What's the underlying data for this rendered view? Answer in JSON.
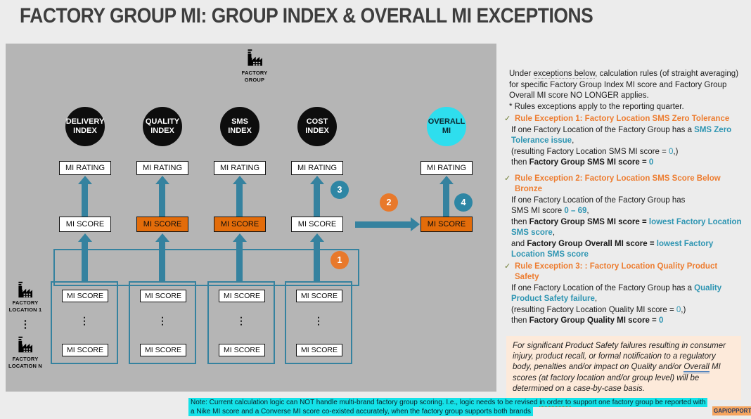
{
  "title": "FACTORY GROUP MI: GROUP INDEX & OVERALL MI EXCEPTIONS",
  "diagram": {
    "factory_group_label": "FACTORY\nGROUP",
    "factory_location_1_label": "FACTORY\nLOCATION 1",
    "factory_location_n_label": "FACTORY\nLOCATION N",
    "vertical_ellipsis": "⋮",
    "columns": [
      {
        "index_label": "DELIVERY\nINDEX",
        "rating_label": "MI RATING",
        "score_label": "MI SCORE",
        "score_highlight": false
      },
      {
        "index_label": "QUALITY\nINDEX",
        "rating_label": "MI RATING",
        "score_label": "MI SCORE",
        "score_highlight": true
      },
      {
        "index_label": "SMS\nINDEX",
        "rating_label": "MI RATING",
        "score_label": "MI SCORE",
        "score_highlight": true
      },
      {
        "index_label": "COST\nINDEX",
        "rating_label": "MI RATING",
        "score_label": "MI SCORE",
        "score_highlight": false
      }
    ],
    "overall": {
      "index_label": "OVERALL\nMI",
      "rating_label": "MI RATING",
      "score_label": "MI SCORE"
    },
    "location_score_label": "MI SCORE",
    "badges": {
      "b1": "1",
      "b2": "2",
      "b3": "3",
      "b4": "4"
    }
  },
  "sidebar": {
    "intro_a": "Under ",
    "intro_b": "exceptions below",
    "intro_c": ", calculation rules (of straight averaging) for specific Factory Group Index MI score and Factory Group Overall MI score NO LONGER applies.",
    "star_note": "* Rules exceptions apply to the reporting quarter.",
    "check_glyph": "✓",
    "ex1": {
      "heading": "Rule Exception 1: Factory Location SMS Zero Tolerance",
      "l1_a": "If one Factory Location of the Factory Group has a ",
      "l1_b": "SMS Zero Tolerance issue",
      "l1_c": ",",
      "l2_a": "(resulting Factory Location SMS MI score = ",
      "l2_b": "0",
      "l2_c": ",)",
      "l3_a": "then ",
      "l3_b": "Factory Group SMS MI score = ",
      "l3_c": "0"
    },
    "ex2": {
      "heading": "Rule Exception 2: Factory Location SMS Score Below Bronze",
      "l1": "If one Factory Location of the Factory Group has",
      "l2_a": "SMS MI score ",
      "l2_b": "0 – 69",
      "l2_c": ",",
      "l3_a": "then ",
      "l3_b": "Factory Group SMS MI score = ",
      "l3_c": "lowest Factory Location SMS score",
      "l3_d": ",",
      "l4_a": "and ",
      "l4_b": "Factory Group Overall MI score = ",
      "l4_c": "lowest Factory Location SMS score"
    },
    "ex3": {
      "heading": "Rule Exception 3: : Factory Location Quality Product Safety",
      "l1_a": "If one Factory Location of the Factory Group has a ",
      "l1_b": "Quality Product Safety failure",
      "l1_c": ",",
      "l2_a": "(resulting Factory Location Quality MI score = ",
      "l2_b": "0",
      "l2_c": ",)",
      "l3_a": "then ",
      "l3_b": "Factory Group Quality MI score = ",
      "l3_c": "0"
    },
    "case_note_a": "For significant Product Safety failures resulting in consumer injury, product recall, or formal notification to a regulatory body, penalties and/or impact on Quality and/or ",
    "case_note_b": "Overall",
    "case_note_c": " MI scores (at factory location and/or group level) will be determined on a case-by-case basis."
  },
  "footer": {
    "note_a": "Note: Current calculation logic can NOT handle multi-brand factory group scoring. I.e., logic needs to be revised ",
    "note_b": "in order to",
    "note_c": " support one factory group be reported with",
    "note_line2": "a Nike MI score and a Converse MI score co-existed accurately, when the factory group supports both brands",
    "gap_label": "GAP/OPPORTUNIT"
  },
  "colors": {
    "teal_accent": "#35829f",
    "teal_text": "#2e95b2",
    "orange_heading": "#ed7d31",
    "orange_fill": "#e36c0a",
    "orange_badge": "#e8792b",
    "teal_badge": "#2e86a4",
    "cyan_circle": "#2edeee",
    "cyan_highlight": "#15e2e8",
    "peach_fill": "#fdeada",
    "diagram_bg": "#b5b5b5",
    "slide_bg": "#ececec",
    "black_circle": "#0d0d0d"
  }
}
